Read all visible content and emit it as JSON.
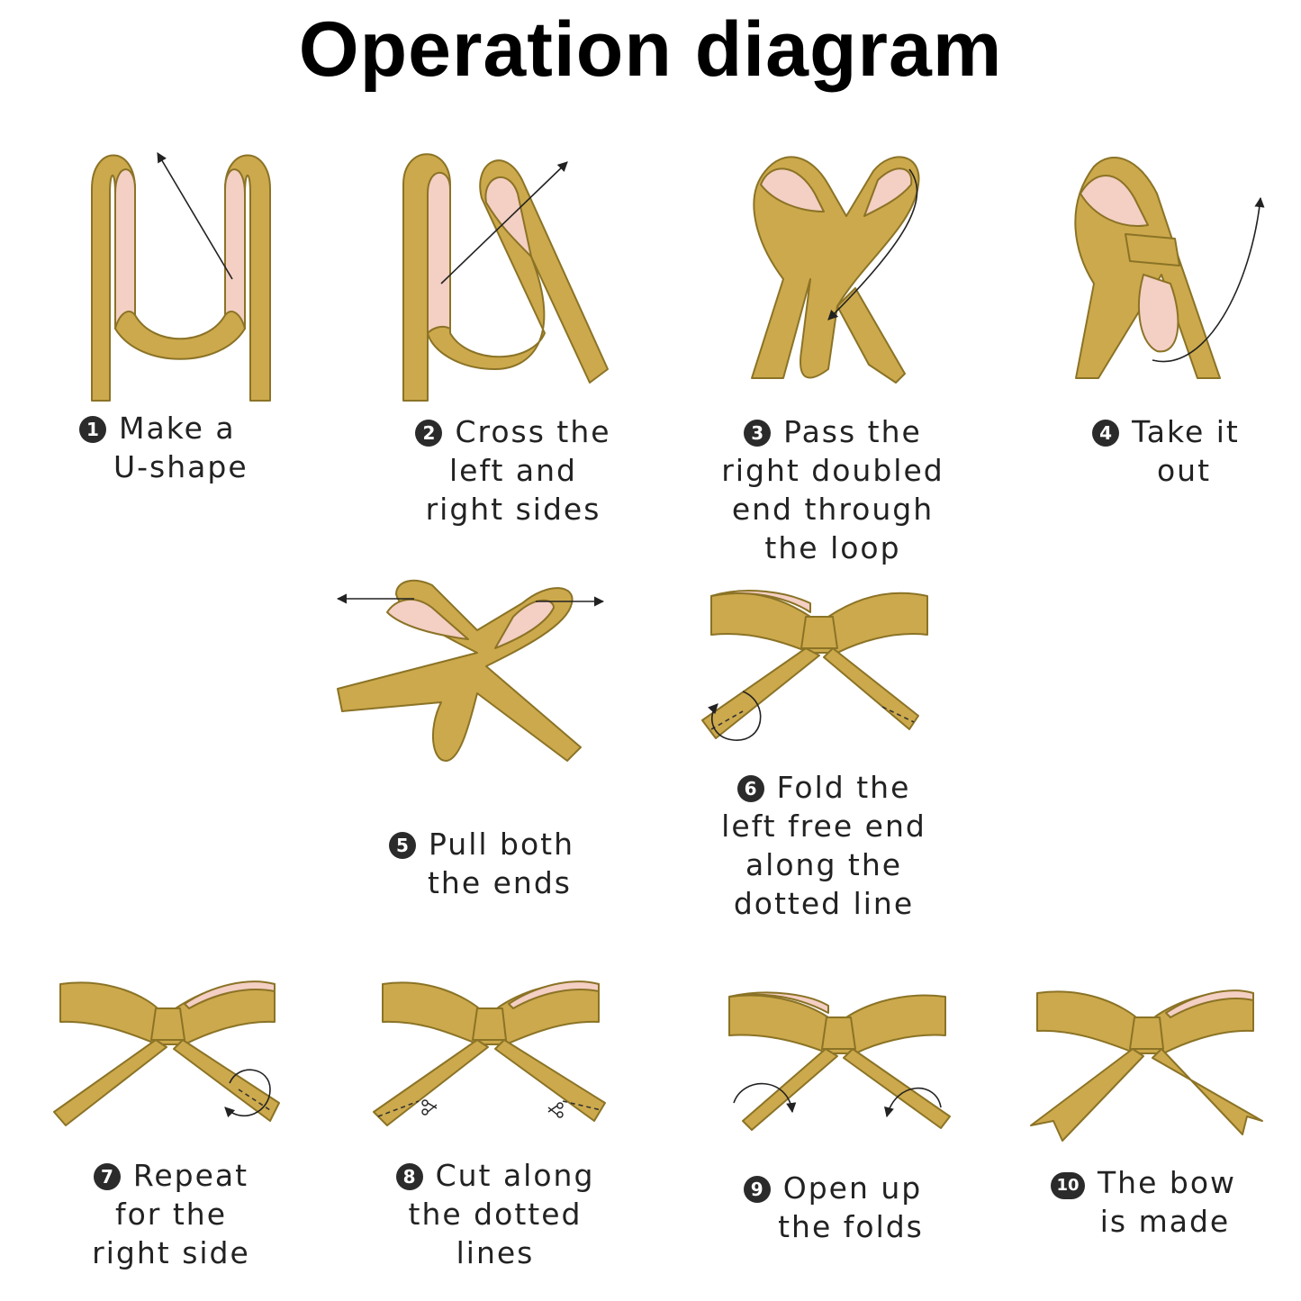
{
  "title": "Operation diagram",
  "colors": {
    "ribbon": "#cca94c",
    "ribbon_outline": "#8b7326",
    "ribbon_inner": "#f4cfc4",
    "text": "#222222"
  },
  "steps": [
    {
      "num": "1",
      "lines": [
        "Make a",
        "U-shape"
      ]
    },
    {
      "num": "2",
      "lines": [
        "Cross the",
        "left and",
        "right sides"
      ]
    },
    {
      "num": "3",
      "lines": [
        "Pass the",
        "right doubled",
        "end through",
        "the loop"
      ]
    },
    {
      "num": "4",
      "lines": [
        "Take it",
        "out"
      ]
    },
    {
      "num": "5",
      "lines": [
        "Pull both",
        "the ends"
      ]
    },
    {
      "num": "6",
      "lines": [
        "Fold the",
        "left free end",
        "along the",
        "dotted line"
      ]
    },
    {
      "num": "7",
      "lines": [
        "Repeat",
        "for the",
        "right side"
      ]
    },
    {
      "num": "8",
      "lines": [
        "Cut along",
        "the dotted",
        "lines"
      ]
    },
    {
      "num": "9",
      "lines": [
        "Open up",
        "the folds"
      ]
    },
    {
      "num": "10",
      "lines": [
        "The bow",
        "is made"
      ]
    }
  ]
}
